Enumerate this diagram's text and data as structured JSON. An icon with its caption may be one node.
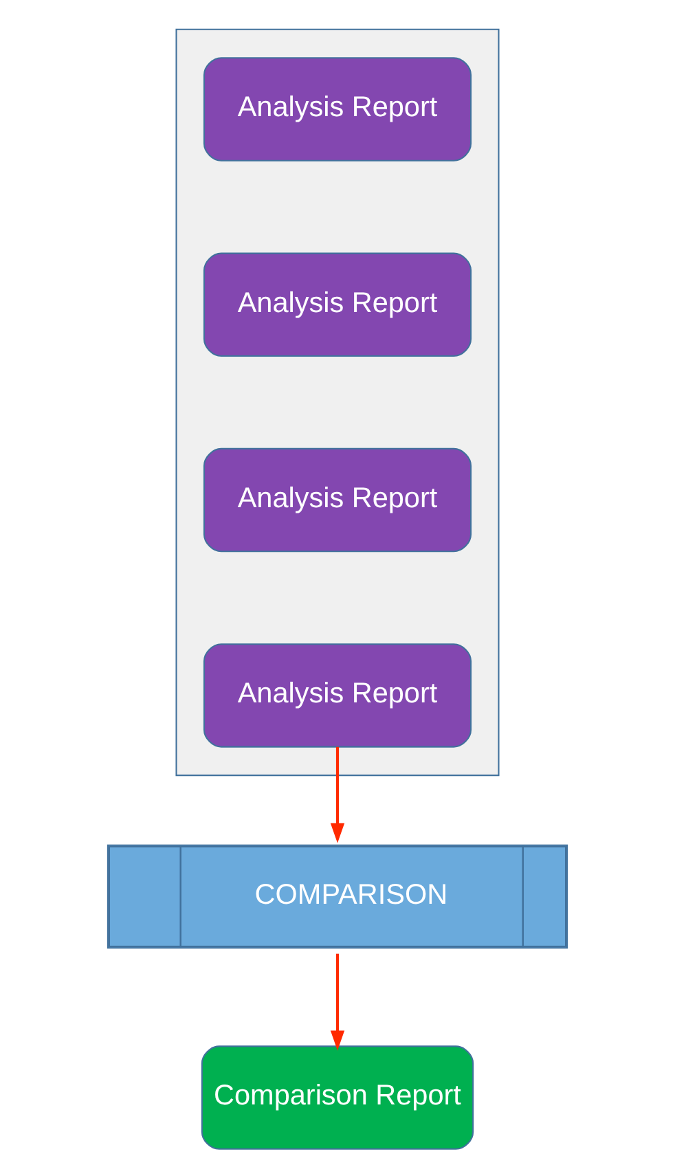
{
  "diagram": {
    "nodes": [
      {
        "text": [],
        "shape": "box"
      },
      {
        "text": [
          "Analysis Report"
        ],
        "in": 0
      },
      {
        "text": [
          "Analysis Report"
        ],
        "in": 0
      },
      {
        "text": [
          "Analysis Report"
        ],
        "in": 0
      },
      {
        "text": [
          "Analysis Report"
        ],
        "in": 0
      },
      {
        "text": [
          "COMPARISON"
        ]
      },
      {
        "text": [
          "Comparison Report"
        ]
      }
    ],
    "edges": [
      {
        "from": 4,
        "to": 5,
        "arrow": "to"
      },
      {
        "from": 5,
        "to": 6,
        "arrow": "to"
      }
    ]
  }
}
